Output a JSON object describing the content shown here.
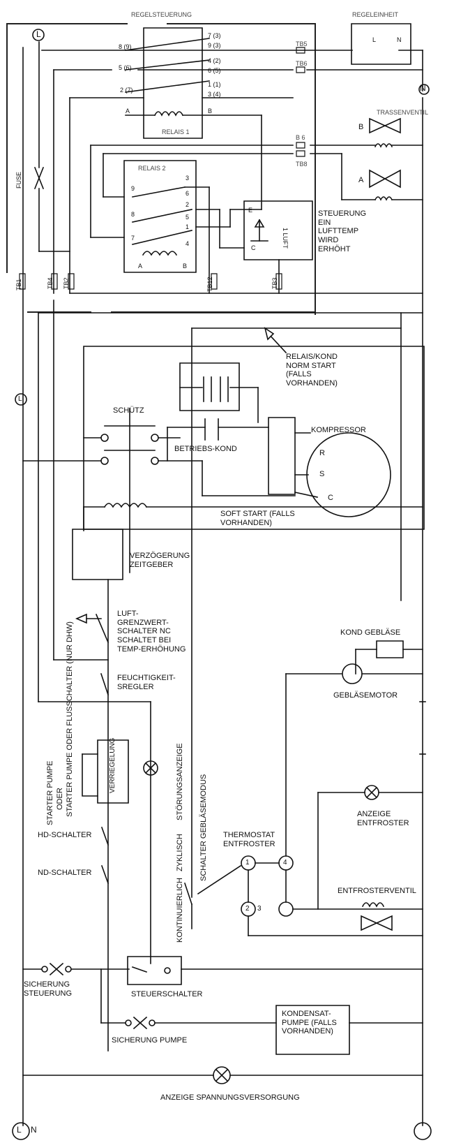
{
  "header": {
    "control_title": "REGELSTEUERUNG",
    "power_terminal_title": "REGELEINHEIT",
    "terminal_l": "L",
    "terminal_n": "N"
  },
  "relay1": {
    "name": "RELAIS 1",
    "pins_left": [
      "8 (9)",
      "5 (6)",
      "2 (7)",
      "A"
    ],
    "pins_right": [
      "7 (3)",
      "9 (3)",
      "4 (2)",
      "6 (5)",
      "1 (1)",
      "3 (4)",
      "B"
    ]
  },
  "relay2": {
    "name": "RELAIS 2",
    "pins_left": [
      "9",
      "8",
      "7",
      "A"
    ],
    "pins_right": [
      "3",
      "6",
      "2",
      "5",
      "1",
      "4",
      "B"
    ]
  },
  "terminals": {
    "tb5": "TB5",
    "tb6": "TB6",
    "tb_b6": "B 6",
    "tb8": "TB8",
    "tb1": "TB1",
    "tb4": "TB4",
    "tb2": "TB2",
    "tb12": "TB12",
    "tb3": "TB3"
  },
  "fuse": "FUSE",
  "valves": {
    "title": "TRASSENVENTIL",
    "b": "B",
    "a": "A"
  },
  "control_box": {
    "label": "STEUERUNG EIN LUFTTEMP WIRD ERHÖHT",
    "inner": "1 LUFT",
    "pin_c": "C",
    "pin_e": "E"
  },
  "neutral_top": "N",
  "relay_cond": "RELAIS/KOND NORM START (FALLS VORHANDEN)",
  "contactor": "SCHÜTZ",
  "compressor": {
    "label": "KOMPRESSOR",
    "r": "R",
    "s": "S",
    "c": "C"
  },
  "run_cap": "BETRIEBS-KOND",
  "soft_start": "SOFT START (FALLS VORHANDEN)",
  "delay_timer": "VERZÖGERUNG ZEITGEBER",
  "air_limit": "LUFT-GRENZWERT-SCHALTER NC SCHALTET BEI TEMP-ERHÖHUNG",
  "humidity": "FEUCHTIGKEIT-SREGLER",
  "fan_cap": "KOND GEBLÄSE",
  "fan_motor": "GEBLÄSEMOTOR",
  "starter_pump": "STARTER PUMPE ODER FLUSSCHALTER (NUR DHW)",
  "interlock": "VERRIEGELUNG",
  "fault_indicator": "STÖRUNGSANZEIGE",
  "cyclic": "ZYKLISCH",
  "fan_mode_switch": "SCHALTER GEBLÄSEMODUS",
  "continuous": "KONTINUIERLICH",
  "defrost_indicator": "ANZEIGE ENTFROSTER",
  "thermostat": "THERMOSTAT ENTFROSTER",
  "thermo_pins": {
    "p1": "1",
    "p4": "4",
    "p2": "2",
    "p3": "3"
  },
  "defrost_valve": "ENTFROSTERVENTIL",
  "hd_switch": "HD-SCHALTER",
  "nd_switch": "ND-SCHALTER",
  "fuse_control": "SICHERUNG STEUERUNG",
  "control_switch": "STEUERSCHALTER",
  "fuse_pump": "SICHERUNG PUMPE",
  "condensate_pump": "KONDENSAT-PUMPE (FALLS VORHANDEN)",
  "power_indicator": "ANZEIGE SPANNUNGSVERSORGUNG",
  "bottom_l": "L",
  "bottom_n": "N",
  "line_marker": "L"
}
